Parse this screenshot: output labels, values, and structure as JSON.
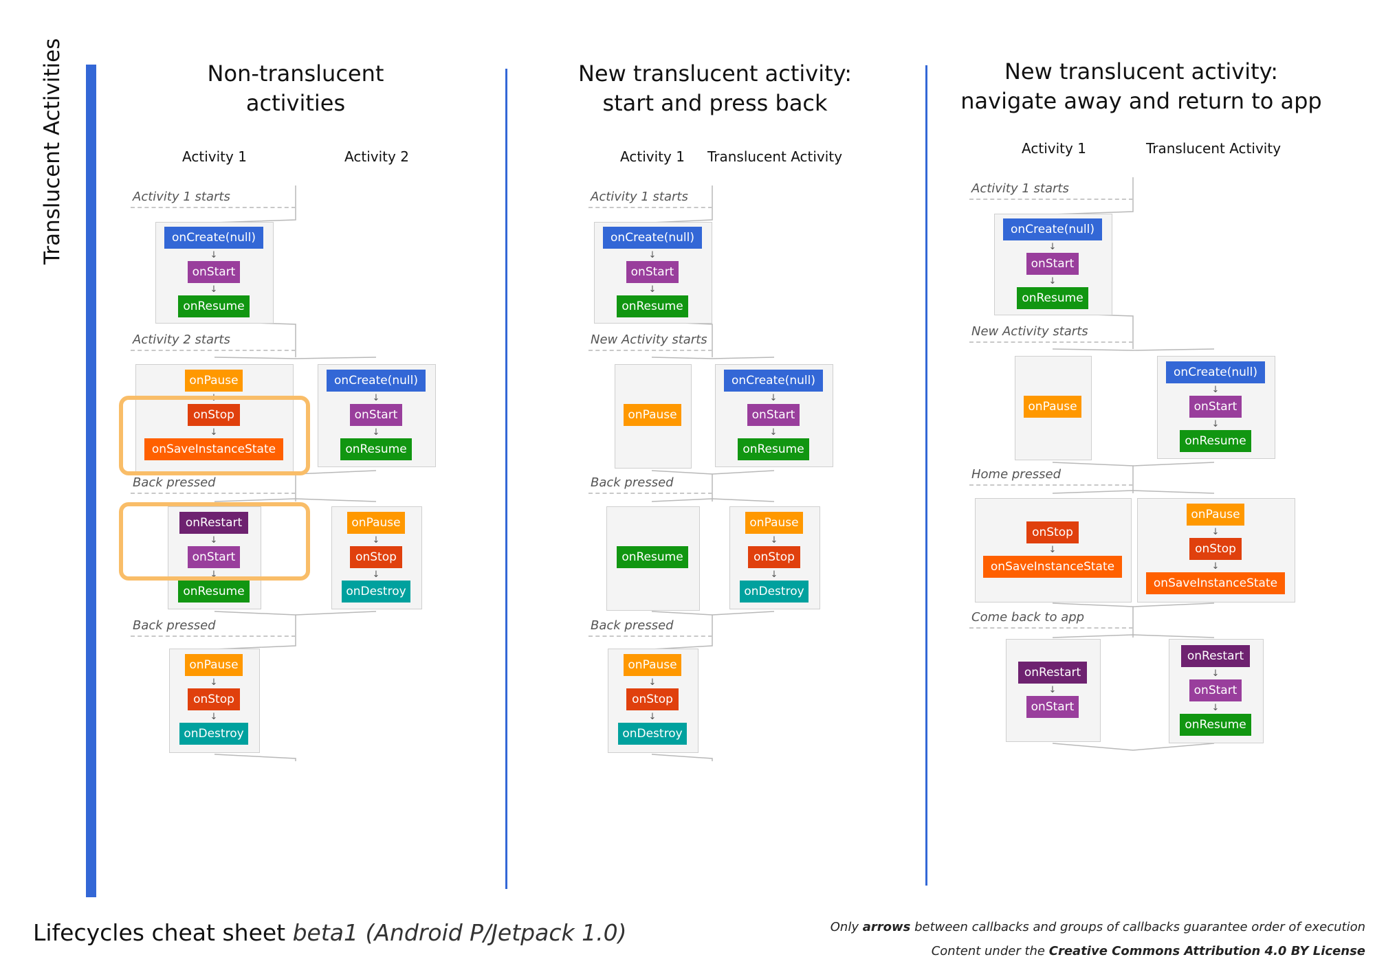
{
  "side_label": "Translucent Activities",
  "colors": {
    "onCreate": "#3367d6",
    "onStart": "#993e9c",
    "onResume": "#119611",
    "onPause": "#ff9800",
    "onStop": "#e0400d",
    "onSaveInstanceState": "#ff6000",
    "onRestart": "#6e2270",
    "onDestroy": "#00a19e",
    "highlight": "#f9bd68",
    "accent": "#3367d6"
  },
  "sections": [
    {
      "title_line1": "Non-translucent",
      "title_line2": "activities",
      "col1": "Activity 1",
      "col2": "Activity 2",
      "stages": [
        "Activity 1 starts",
        "Activity 2 starts",
        "Back pressed",
        "Back pressed"
      ]
    },
    {
      "title_line1": "New translucent activity:",
      "title_line2": "start and press back",
      "col1": "Activity 1",
      "col2": "Translucent Activity",
      "stages": [
        "Activity 1 starts",
        "New Activity starts",
        "Back pressed",
        "Back pressed"
      ]
    },
    {
      "title_line1": "New translucent activity:",
      "title_line2": "navigate away and return to app",
      "col1": "Activity 1",
      "col2": "Translucent Activity",
      "stages": [
        "Activity 1 starts",
        "New Activity starts",
        "Home pressed",
        "Come back to app"
      ]
    }
  ],
  "callbacks": {
    "onCreate": "onCreate(null)",
    "onStart": "onStart",
    "onResume": "onResume",
    "onPause": "onPause",
    "onStop": "onStop",
    "onSaveInstanceState": "onSaveInstanceState",
    "onRestart": "onRestart",
    "onDestroy": "onDestroy"
  },
  "arrow_glyph": "↓",
  "footer": {
    "title": "Lifecycles cheat sheet",
    "subtitle": "beta1 (Android P/Jetpack 1.0)",
    "note1_pre": "Only",
    "note1_bold": "arrows",
    "note1_post": "between callbacks and groups of callbacks guarantee order of execution",
    "note2_pre": "Content under the",
    "note2_bold": "Creative Commons Attribution 4.0 BY License"
  }
}
